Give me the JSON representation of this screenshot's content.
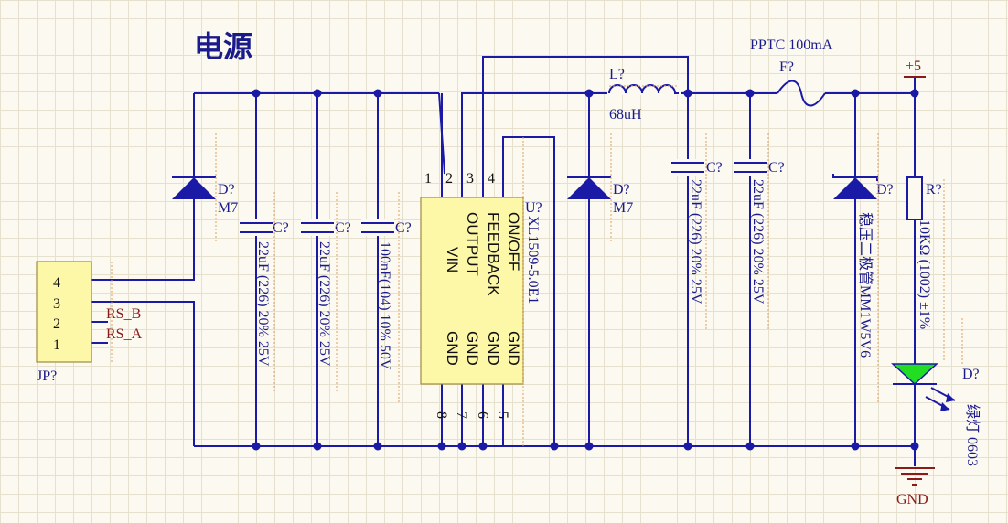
{
  "title": "电源",
  "connector": {
    "designator": "JP?",
    "pins": [
      "4",
      "3",
      "2",
      "1"
    ],
    "nets": [
      "RS_B",
      "RS_A"
    ]
  },
  "diode_left": {
    "designator": "D?",
    "value": "M7"
  },
  "caps_left": [
    {
      "designator": "C?",
      "value": "22uF (226) 20% 25V"
    },
    {
      "designator": "C?",
      "value": "22uF (226) 20% 25V"
    },
    {
      "designator": "C?",
      "value": "100nF(104) 10% 50V"
    }
  ],
  "regulator": {
    "designator": "U?",
    "part": "XL1509-5.0E1",
    "top_pins": [
      "1",
      "2",
      "3",
      "4"
    ],
    "top_names": [
      "VIN",
      "OUTPUT",
      "FEEDBACK",
      "ON/OFF"
    ],
    "bottom_pins": [
      "8",
      "7",
      "6",
      "5"
    ],
    "bottom_names": [
      "GND",
      "GND",
      "GND",
      "GND"
    ]
  },
  "diode_mid": {
    "designator": "D?",
    "value": "M7"
  },
  "inductor": {
    "designator": "L?",
    "value": "68uH"
  },
  "caps_right": [
    {
      "designator": "C?",
      "value": "22uF (226) 20% 25V"
    },
    {
      "designator": "C?",
      "value": "22uF (226) 20% 25V"
    }
  ],
  "fuse": {
    "designator": "F?",
    "value": "PPTC 100mA"
  },
  "zener": {
    "designator": "D?",
    "value": "稳压二极管MM1W5V6"
  },
  "resistor": {
    "designator": "R?",
    "value": "10KΩ (1002) ±1%"
  },
  "led": {
    "designator": "D?",
    "value": "绿灯 0603"
  },
  "power": {
    "vcc": "+5",
    "gnd": "GND"
  },
  "colors": {
    "wire": "#1a1aa6",
    "body": "#fdf7a8",
    "led": "#22dd22",
    "grid": "#e6e1cf"
  }
}
